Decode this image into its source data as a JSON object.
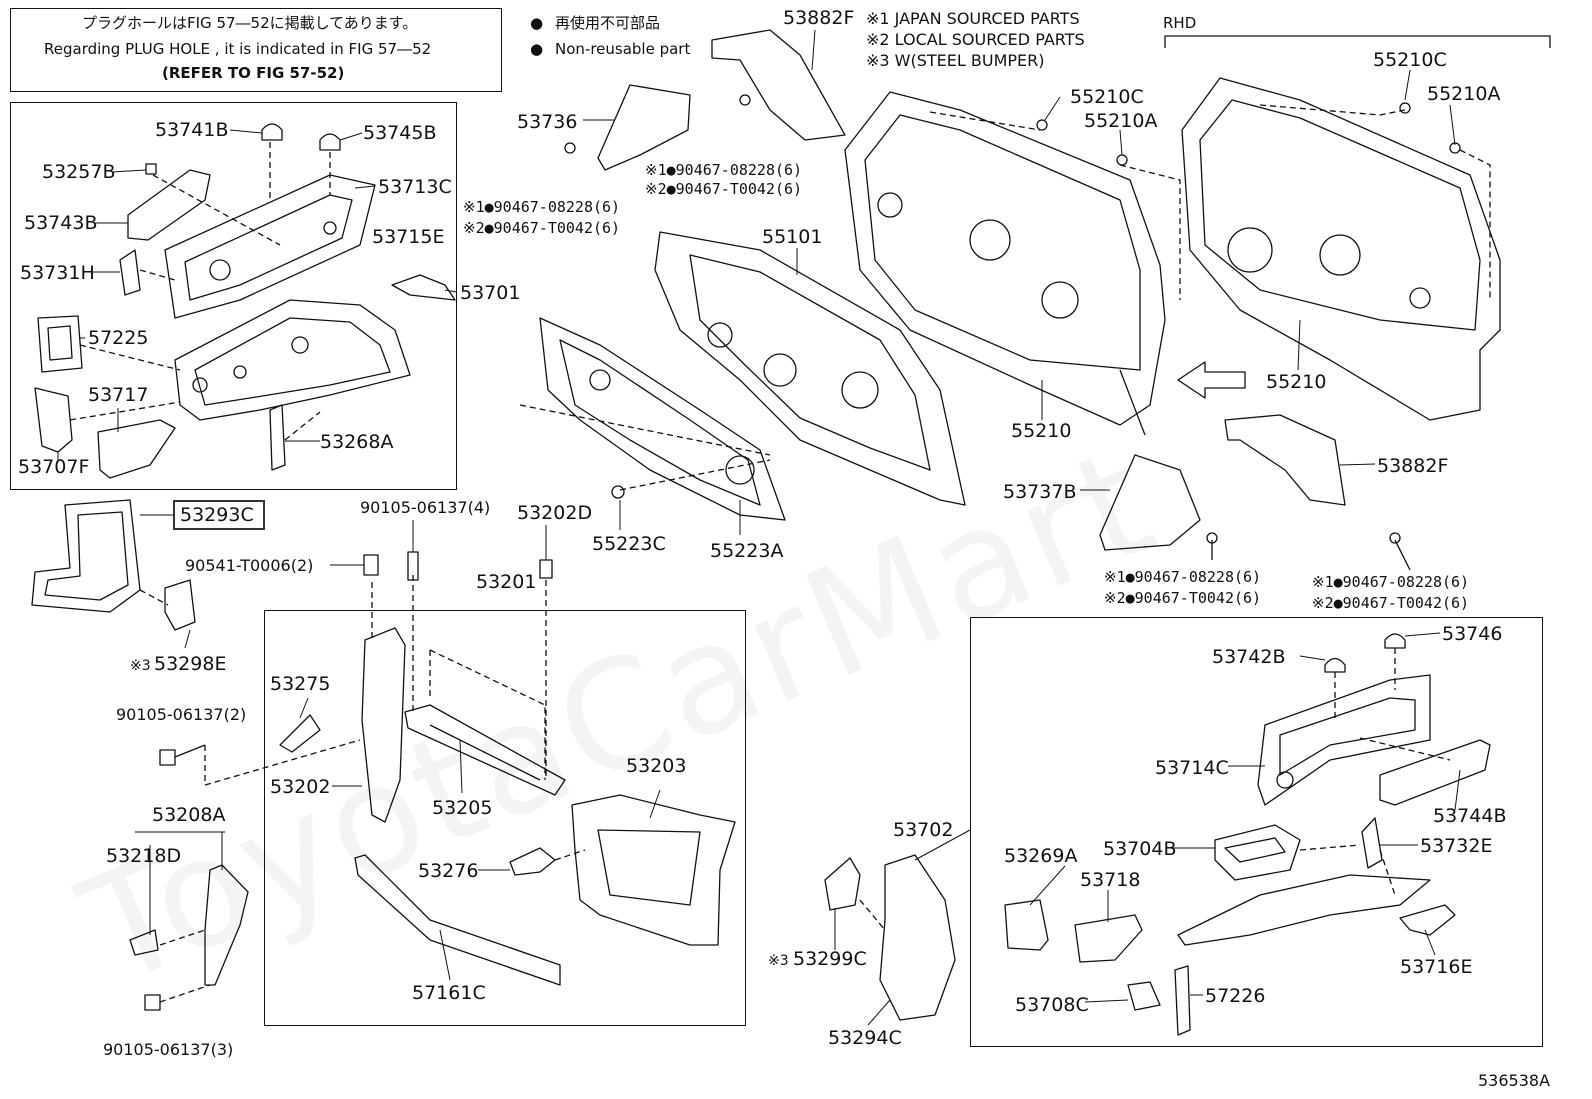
{
  "diagram_id": "536538A",
  "watermark": "ToyotaCarMart",
  "header": {
    "line_jp": "プラグホールはFIG 57―52に掲載してあります。",
    "line_en": "Regarding  PLUG  HOLE , it is indicated in  FIG  57―52",
    "line_ref": "(REFER TO FIG 57-52)"
  },
  "legend": {
    "bullet": "●",
    "jp": "再使用不可部品",
    "en": "Non-reusable part",
    "notes": [
      "※1 JAPAN SOURCED PARTS",
      "※2 LOCAL SOURCED PARTS",
      "※3 W(STEEL BUMPER)"
    ]
  },
  "rhd_label": "RHD",
  "parts": {
    "p53741B": "53741B",
    "p53745B": "53745B",
    "p53257B": "53257B",
    "p53713C": "53713C",
    "p53743B": "53743B",
    "p53715E": "53715E",
    "p53731H": "53731H",
    "p53701": "53701",
    "p57225": "57225",
    "p53717": "53717",
    "p53268A": "53268A",
    "p53707F": "53707F",
    "p53293C": "53293C",
    "p53298E": "53298E",
    "p90541": "90541-T0006(2)",
    "p90105a": "90105-06137(4)",
    "p53202D": "53202D",
    "p53201": "53201",
    "p53275": "53275",
    "p90105b": "90105-06137(2)",
    "p53202": "53202",
    "p53205": "53205",
    "p53203": "53203",
    "p53208A": "53208A",
    "p53218D": "53218D",
    "p53276": "53276",
    "p57161C": "57161C",
    "p90105c": "90105-06137(3)",
    "p53736": "53736",
    "p53882F_top": "53882F",
    "p55101": "55101",
    "p55223C": "55223C",
    "p55223A": "55223A",
    "p55210C_l": "55210C",
    "p55210A_l": "55210A",
    "p55210_l": "55210",
    "p55210C_r": "55210C",
    "p55210A_r": "55210A",
    "p55210_r": "55210",
    "p53737B": "53737B",
    "p53882F_r": "53882F",
    "p53702": "53702",
    "p53299C": "53299C",
    "p53294C": "53294C",
    "p53742B": "53742B",
    "p53746": "53746",
    "p53714C": "53714C",
    "p53744B": "53744B",
    "p53269A": "53269A",
    "p53704B": "53704B",
    "p53732E": "53732E",
    "p53718": "53718",
    "p53716E": "53716E",
    "p53708C": "53708C",
    "p57226": "57226"
  },
  "bolt_groups": {
    "g1": {
      "n1": "※1",
      "v1": "90467-08228(6)",
      "n2": "※2",
      "v2": "90467-T0042(6)"
    },
    "g2": {
      "n1": "※1",
      "v1": "90467-08228(6)",
      "n2": "※2",
      "v2": "90467-T0042(6)"
    },
    "g3": {
      "n1": "※1",
      "v1": "90467-08228(6)",
      "n2": "※2",
      "v2": "90467-T0042(6)"
    },
    "g4": {
      "n1": "※1",
      "v1": "90467-08228(6)",
      "n2": "※2",
      "v2": "90467-T0042(6)"
    }
  },
  "note_mark_3": "※3"
}
